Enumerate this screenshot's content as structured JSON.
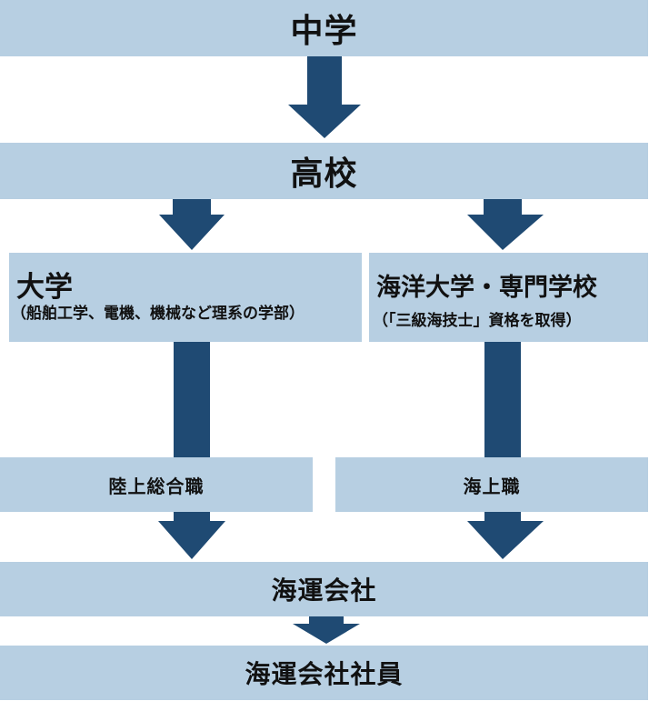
{
  "colors": {
    "box_fill": "#b7cfe2",
    "arrow_fill": "#1f4a73",
    "text": "#111111"
  },
  "nodes": {
    "middle_school": {
      "label": "中学"
    },
    "high_school": {
      "label": "高校"
    },
    "university": {
      "label": "大学",
      "note": "（船舶工学、電機、機械など理系の学部）"
    },
    "maritime_school": {
      "label": "海洋大学・専門学校",
      "note": "（「三級海技士」資格を取得）"
    },
    "land_job": {
      "label": "陸上総合職"
    },
    "sea_job": {
      "label": "海上職"
    },
    "shipping_company": {
      "label": "海運会社"
    },
    "shipping_employee": {
      "label": "海運会社社員"
    }
  }
}
